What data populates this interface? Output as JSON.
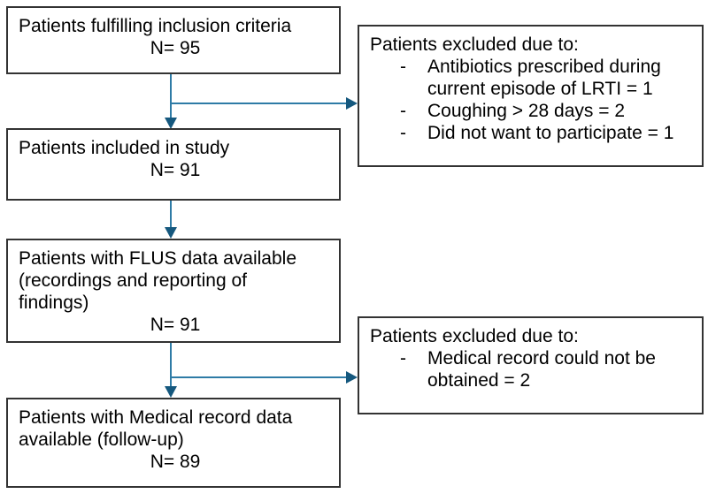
{
  "diagram": {
    "colors": {
      "background": "#ffffff",
      "text": "#000000",
      "box_border": "#333333",
      "arrow_line": "#2e7ba6",
      "arrow_head": "#15587e"
    },
    "flow_boxes": [
      {
        "id": "inclusion-criteria",
        "lines": [
          "Patients fulfilling inclusion criteria"
        ],
        "n": "N= 95"
      },
      {
        "id": "included-in-study",
        "lines": [
          "Patients included in study"
        ],
        "n": "N= 91"
      },
      {
        "id": "flus-data-available",
        "lines": [
          "Patients with FLUS data available",
          "(recordings and reporting of",
          "findings)"
        ],
        "n": "N= 91"
      },
      {
        "id": "medical-record-data",
        "lines": [
          "Patients with Medical record data",
          "available (follow-up)"
        ],
        "n": "N= 89"
      }
    ],
    "exclusion_boxes": [
      {
        "id": "exclusion-1",
        "title": "Patients excluded due to:",
        "bullet_marker": "-",
        "bullets": [
          "Antibiotics prescribed during current episode of LRTI = 1",
          "Coughing > 28 days = 2",
          "Did not want to participate = 1"
        ]
      },
      {
        "id": "exclusion-2",
        "title": "Patients excluded due to:",
        "bullet_marker": "-",
        "bullets": [
          "Medical record could not be obtained = 2"
        ]
      }
    ]
  }
}
